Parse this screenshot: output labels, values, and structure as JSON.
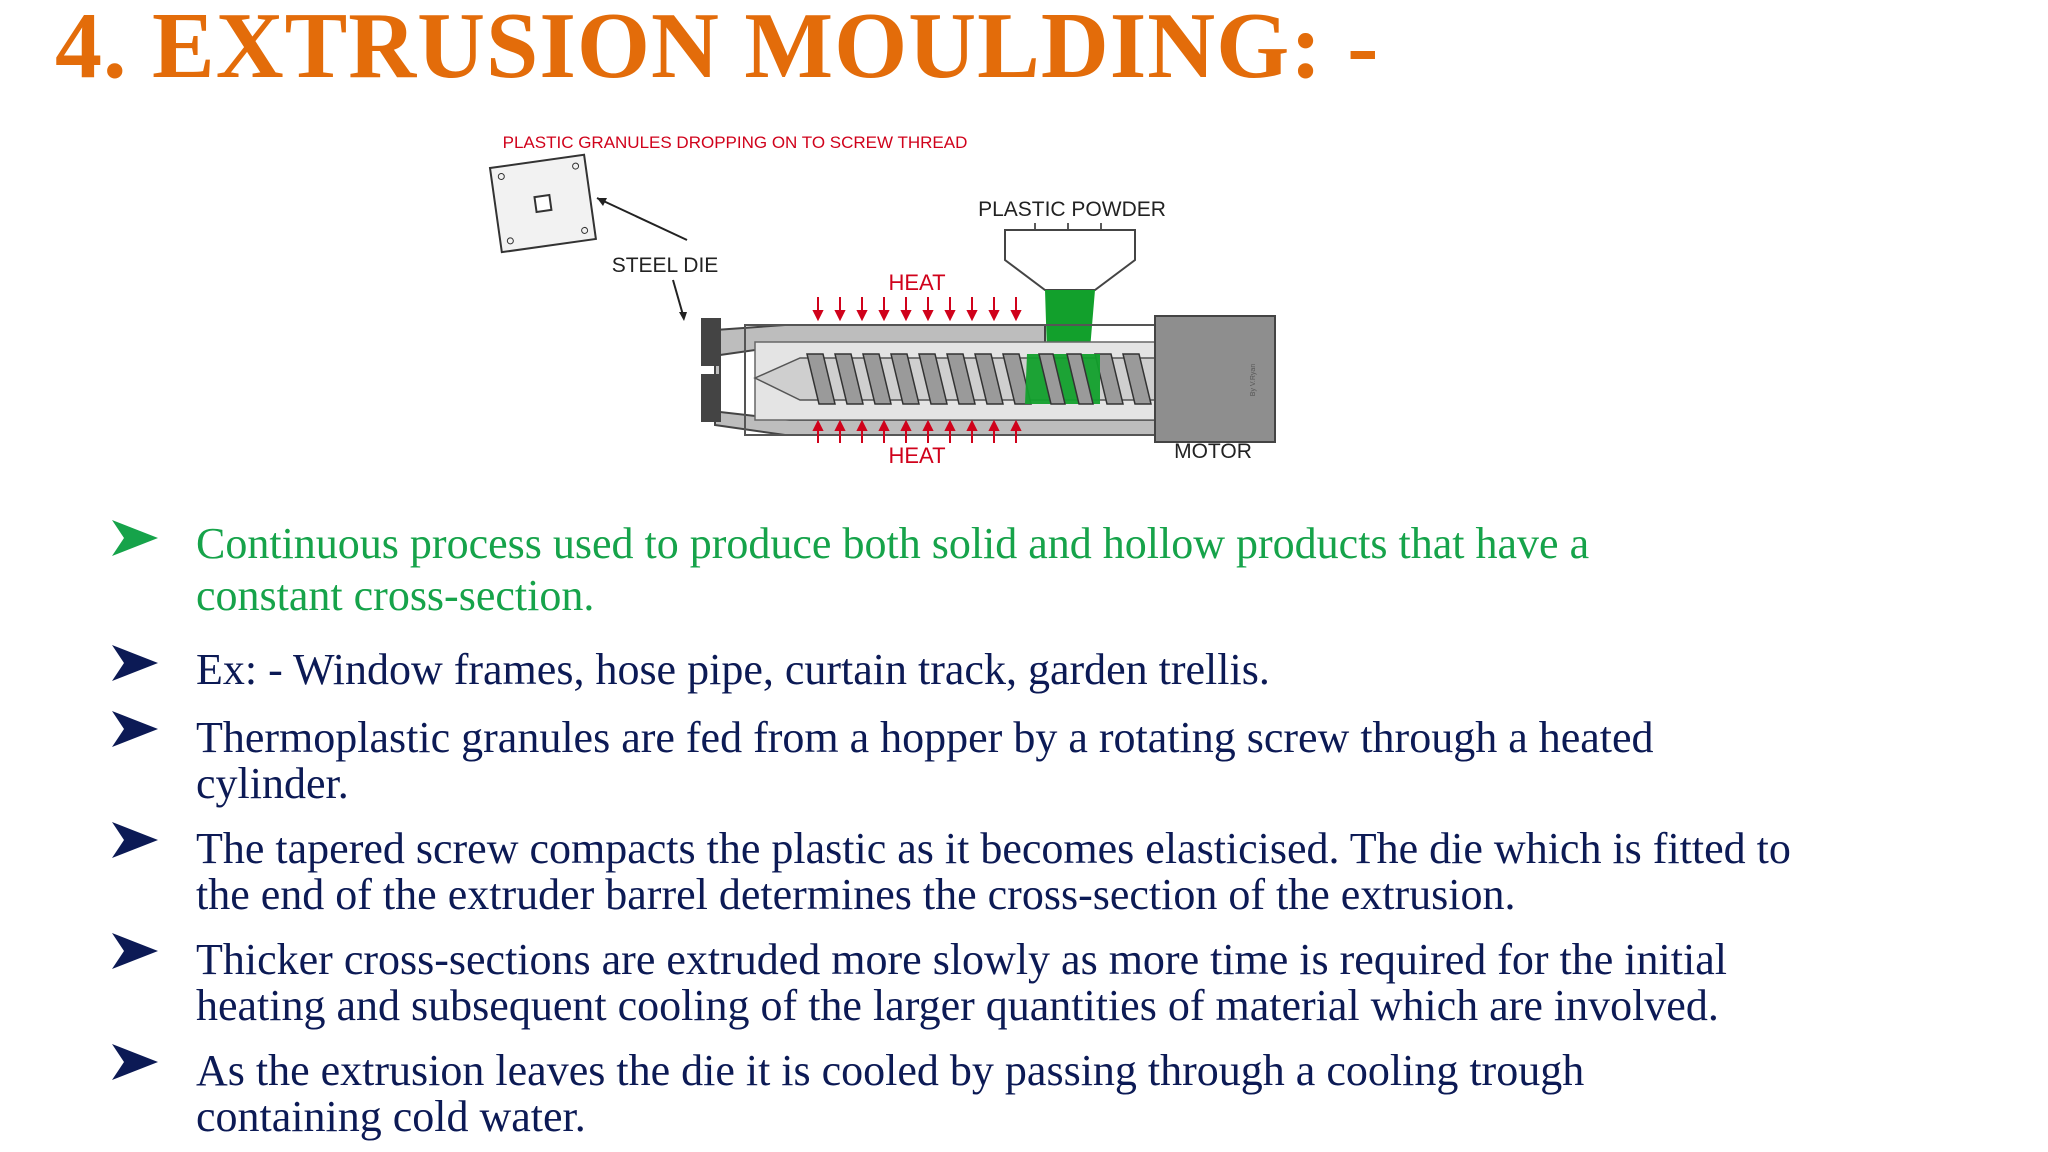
{
  "slide": {
    "title": "4. EXTRUSION MOULDING: -"
  },
  "diagram": {
    "top_label": "PLASTIC GRANULES DROPPING ON TO SCREW THREAD",
    "powder_label": "PLASTIC POWDER",
    "die_label": "STEEL DIE",
    "heat_top": "HEAT",
    "heat_bottom": "HEAT",
    "motor_label": "MOTOR",
    "credit": "By V.Ryan"
  },
  "bullets": [
    {
      "line1": "Continuous process   used to produce both solid and hollow products that have a",
      "line2": "constant cross-section."
    },
    {
      "line1": "    Ex: -  Window frames, hose pipe, curtain track, garden trellis."
    },
    {
      "line1": "Thermoplastic granules are fed from a hopper by a rotating screw through a  heated",
      "line2": "cylinder."
    },
    {
      "line1": "The tapered screw compacts the plastic as it becomes elasticised. The die which  is fitted to",
      "line2": "the end of the extruder barrel determines the cross-section of the  extrusion."
    },
    {
      "line1": "Thicker cross-sections are extruded more slowly as more time is required for the   initial",
      "line2": "heating and subsequent cooling of the larger quantities of material which  are involved."
    },
    {
      "line1": "As the extrusion leaves the die it is cooled     by passing through a cooling trough",
      "line2": "containing cold water."
    }
  ],
  "colors": {
    "title": "#e36c0a",
    "text": "#0c1a55",
    "highlight": "#16a34a",
    "heat": "#d0021b"
  }
}
